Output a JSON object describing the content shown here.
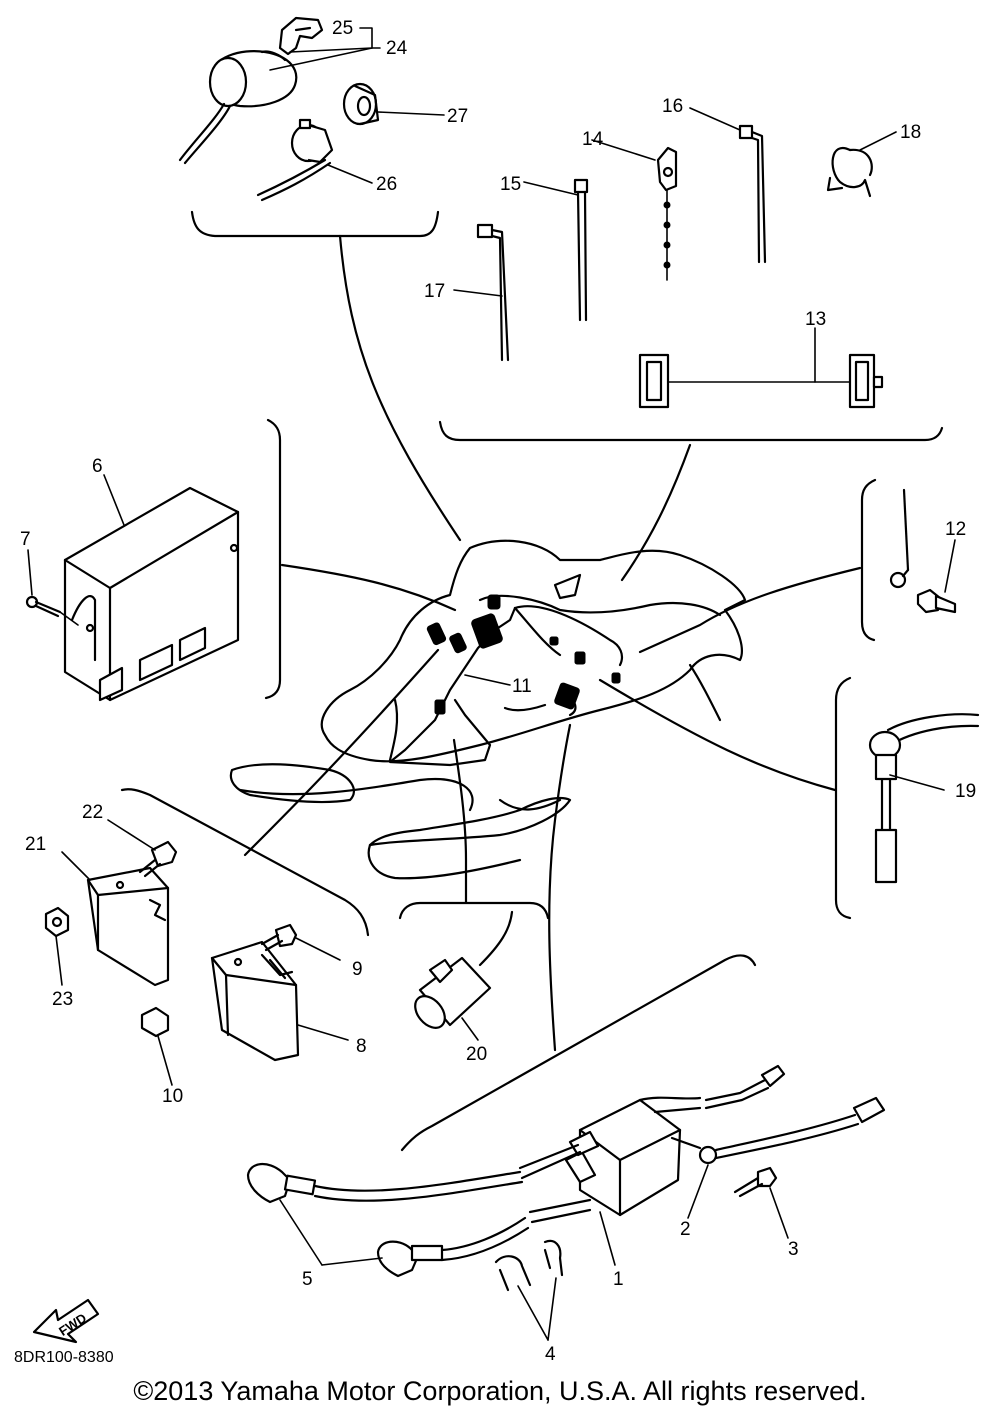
{
  "diagram": {
    "part_code": "8DR100-8380",
    "fwd_label": "FWD",
    "callouts": {
      "c1": "1",
      "c2": "2",
      "c3": "3",
      "c4": "4",
      "c5": "5",
      "c6": "6",
      "c7": "7",
      "c8": "8",
      "c9": "9",
      "c10": "10",
      "c11": "11",
      "c12": "12",
      "c13": "13",
      "c14": "14",
      "c15": "15",
      "c16": "16",
      "c17": "17",
      "c18": "18",
      "c19": "19",
      "c20": "20",
      "c21": "21",
      "c22": "22",
      "c23": "23",
      "c24": "24",
      "c25": "25",
      "c26": "26",
      "c27": "27"
    }
  },
  "footer": {
    "copyright": "©2013 Yamaha Motor Corporation, U.S.A. All rights reserved."
  }
}
